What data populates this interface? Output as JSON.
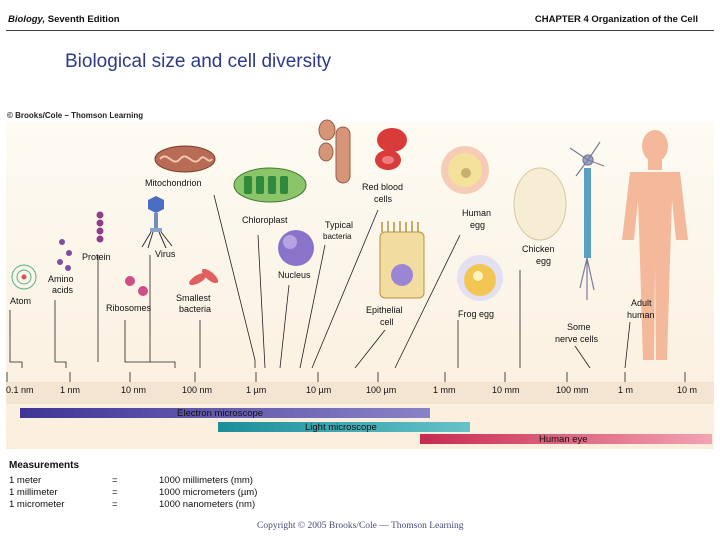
{
  "header": {
    "book_title": "Biology,",
    "edition": " Seventh Edition",
    "chapter": "CHAPTER 4 Organization of the Cell"
  },
  "slide_title": "Biological size and cell diversity",
  "credit": "© Brooks/Cole – Thomson Learning",
  "labels": {
    "atom": "Atom",
    "amino_acids_1": "Amino",
    "amino_acids_2": "acids",
    "protein": "Protein",
    "ribosomes": "Ribosomes",
    "mitochondrion": "Mitochondrion",
    "virus": "Virus",
    "smallest_bacteria_1": "Smallest",
    "smallest_bacteria_2": "bacteria",
    "chloroplast": "Chloroplast",
    "nucleus": "Nucleus",
    "typical_bacteria_1": "Typical",
    "typical_bacteria_2": "bacteria",
    "red_blood_1": "Red blood",
    "red_blood_2": "cells",
    "epithelial_1": "Epithelial",
    "epithelial_2": "cell",
    "human_egg_1": "Human",
    "human_egg_2": "egg",
    "frog_egg": "Frog egg",
    "chicken_egg_1": "Chicken",
    "chicken_egg_2": "egg",
    "nerve_1": "Some",
    "nerve_2": "nerve cells",
    "adult_1": "Adult",
    "adult_2": "human"
  },
  "scale": {
    "ticks": [
      "0.1 nm",
      "1 nm",
      "10 nm",
      "100 nm",
      "1 µm",
      "10 µm",
      "100 µm",
      "1 mm",
      "10 mm",
      "100 mm",
      "1 m",
      "10 m"
    ]
  },
  "microscopes": {
    "electron": "Electron microscope",
    "light": "Light microscope",
    "eye": "Human eye"
  },
  "measurements": {
    "title": "Measurements",
    "rows": [
      {
        "unit": "1 meter",
        "eq": "=",
        "value": "1000 millimeters (mm)"
      },
      {
        "unit": "1 millimeter",
        "eq": "=",
        "value": "1000 micrometers (µm)"
      },
      {
        "unit": "1 micrometer",
        "eq": "=",
        "value": "1000 nanometers (nm)"
      }
    ]
  },
  "copyright": "Copyright © 2005 Brooks/Cole — Thomson Learning",
  "colors": {
    "title": "#2d3a8c",
    "electron_bar": "#5a4fa8",
    "light_bar": "#1f9aa6",
    "eye_bar": "#d6355a"
  }
}
